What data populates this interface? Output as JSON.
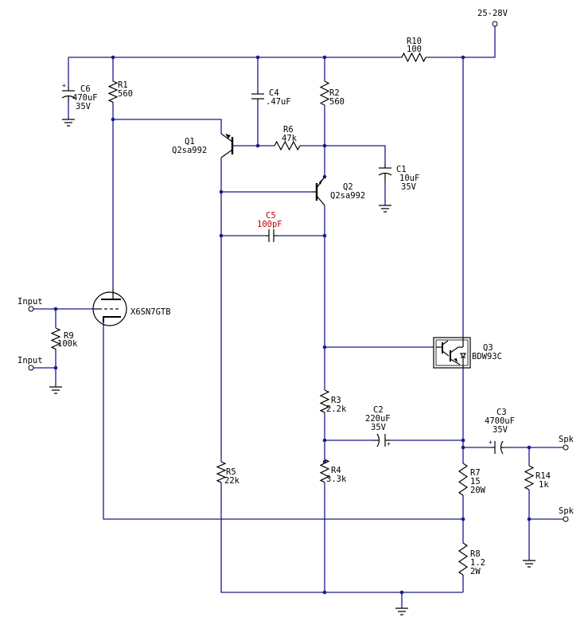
{
  "supply": "25-28V",
  "inputs": [
    "Input",
    "Input"
  ],
  "outputs": [
    "Spk",
    "Spk"
  ],
  "tube": "X6SN7GTB",
  "components": {
    "R10": {
      "ref": "R10",
      "value": "100"
    },
    "R1": {
      "ref": "R1",
      "value": "560"
    },
    "R2": {
      "ref": "R2",
      "value": "560"
    },
    "R3": {
      "ref": "R3",
      "value": "2.2k"
    },
    "R4": {
      "ref": "R4",
      "value": "3.3k"
    },
    "R5": {
      "ref": "R5",
      "value": "22k"
    },
    "R6": {
      "ref": "R6",
      "value": "47k"
    },
    "R7": {
      "ref": "R7",
      "value": "15",
      "rating": "20W"
    },
    "R8": {
      "ref": "R8",
      "value": "1.2",
      "rating": "2W"
    },
    "R9": {
      "ref": "R9",
      "value": "100k"
    },
    "R14": {
      "ref": "R14",
      "value": "1k"
    },
    "C1": {
      "ref": "C1",
      "value": "10uF",
      "rating": "35V"
    },
    "C2": {
      "ref": "C2",
      "value": "220uF",
      "rating": "35V"
    },
    "C3": {
      "ref": "C3",
      "value": "4700uF",
      "rating": "35V"
    },
    "C4": {
      "ref": "C4",
      "value": ".47uF"
    },
    "C5": {
      "ref": "C5",
      "value": "100pF"
    },
    "C6": {
      "ref": "C6",
      "value": "470uF",
      "rating": "35V"
    },
    "Q1": {
      "ref": "Q1",
      "value": "Q2sa992"
    },
    "Q2": {
      "ref": "Q2",
      "value": "Q2sa992"
    },
    "Q3": {
      "ref": "Q3",
      "value": "BDW93C"
    }
  }
}
